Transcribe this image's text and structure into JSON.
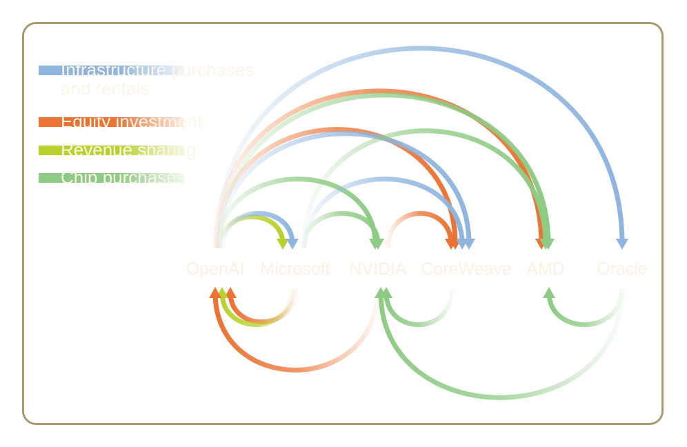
{
  "legend": {
    "items": [
      {
        "key": "infra",
        "lines": [
          "Infrastructure purchases",
          "and rentals"
        ],
        "color": "#8fb5df"
      },
      {
        "key": "equity",
        "lines": [
          "Equity investment"
        ],
        "color": "#eb7333"
      },
      {
        "key": "revenue",
        "lines": [
          "Revenue sharing"
        ],
        "color": "#b9d02e"
      },
      {
        "key": "chips",
        "lines": [
          "Chip purchases"
        ],
        "color": "#8ecb84"
      }
    ]
  },
  "nodes": [
    {
      "id": "openai",
      "label": "OpenAI"
    },
    {
      "id": "microsoft",
      "label": "Microsoft"
    },
    {
      "id": "nvidia",
      "label": "NVIDIA"
    },
    {
      "id": "coreweave",
      "label": "CoreWeave"
    },
    {
      "id": "amd",
      "label": "AMD"
    },
    {
      "id": "oracle",
      "label": "Oracle"
    }
  ],
  "flows": [
    {
      "from": "openai",
      "to": "oracle",
      "type": "infra"
    },
    {
      "from": "openai",
      "to": "amd",
      "type": "equity"
    },
    {
      "from": "openai",
      "to": "amd",
      "type": "chips"
    },
    {
      "from": "openai",
      "to": "coreweave",
      "type": "equity"
    },
    {
      "from": "openai",
      "to": "coreweave",
      "type": "infra"
    },
    {
      "from": "openai",
      "to": "nvidia",
      "type": "chips"
    },
    {
      "from": "openai",
      "to": "microsoft",
      "type": "revenue"
    },
    {
      "from": "openai",
      "to": "microsoft",
      "type": "infra"
    },
    {
      "from": "microsoft",
      "to": "amd",
      "type": "chips"
    },
    {
      "from": "microsoft",
      "to": "coreweave",
      "type": "infra"
    },
    {
      "from": "microsoft",
      "to": "nvidia",
      "type": "chips"
    },
    {
      "from": "nvidia",
      "to": "coreweave",
      "type": "equity"
    },
    {
      "from": "microsoft",
      "to": "openai",
      "type": "equity"
    },
    {
      "from": "microsoft",
      "to": "openai",
      "type": "revenue"
    },
    {
      "from": "nvidia",
      "to": "openai",
      "type": "equity"
    },
    {
      "from": "coreweave",
      "to": "nvidia",
      "type": "chips"
    },
    {
      "from": "oracle",
      "to": "nvidia",
      "type": "chips"
    },
    {
      "from": "oracle",
      "to": "amd",
      "type": "chips"
    }
  ]
}
